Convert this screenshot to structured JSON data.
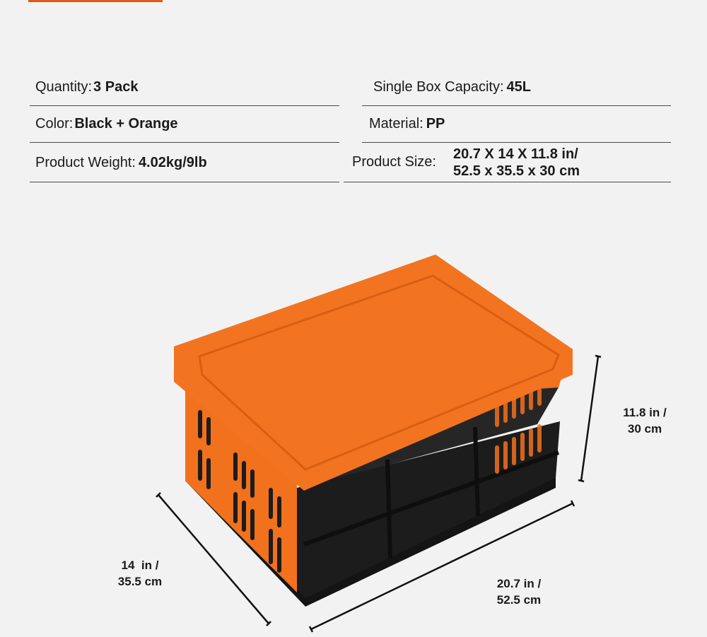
{
  "specs": {
    "quantity": {
      "label": "Quantity:",
      "value": "3 Pack"
    },
    "capacity": {
      "label": "Single Box Capacity:",
      "value": "45L"
    },
    "color": {
      "label": "Color:",
      "value": "Black + Orange"
    },
    "material": {
      "label": "Material:",
      "value": "PP"
    },
    "weight": {
      "label": "Product Weight:",
      "value": "4.02kg/9lb"
    },
    "size": {
      "label": "Product Size:",
      "value_line1": "20.7 X 14 X 11.8 in/",
      "value_line2": "52.5 x 35.5 x 30 cm"
    }
  },
  "dimensions": {
    "height": {
      "line1": "11.8 in /",
      "line2": "30 cm"
    },
    "depth": {
      "line1": "14  in /",
      "line2": "35.5 cm"
    },
    "length": {
      "line1": "20.7 in /",
      "line2": "52.5 cm"
    }
  },
  "colors": {
    "orange": "#f2711c",
    "black": "#1c1c1c",
    "accent": "#e05a1c"
  }
}
